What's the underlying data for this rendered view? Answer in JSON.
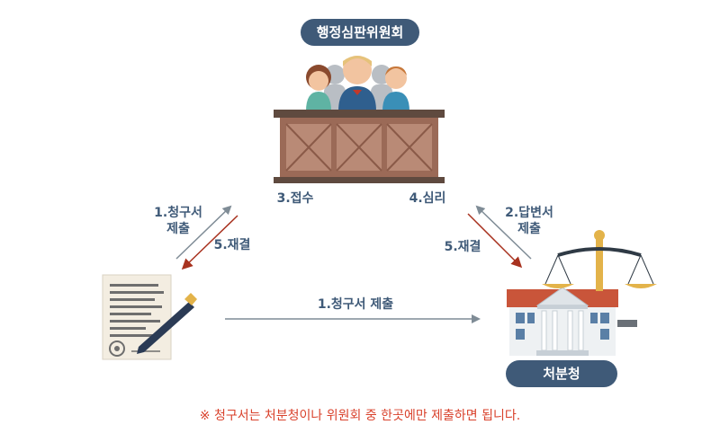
{
  "top_badge": "행정심판위원회",
  "bottom_badge": "처분청",
  "labels": {
    "receive": "3.접수",
    "review": "4.심리",
    "submit_left_1": "1.청구서",
    "submit_left_2": "제출",
    "ruling_left": "5.재결",
    "answer_1": "2.답변서",
    "answer_2": "제출",
    "ruling_right": "5.재결",
    "submit_middle": "1.청구서 제출"
  },
  "note": "※ 청구서는 처분청이나 위원회 중 한곳에만 제출하면 됩니다.",
  "colors": {
    "badge": "#3f5a78",
    "arrow_gray": "#7f8c96",
    "arrow_red": "#a8321f",
    "note": "#d9412b",
    "bench": "#9b6a57",
    "bench_top": "#5f4a3f"
  },
  "icons": [
    "committee-members-icon",
    "judge-bench-icon",
    "document-pen-icon",
    "government-building-icon",
    "scales-icon"
  ]
}
